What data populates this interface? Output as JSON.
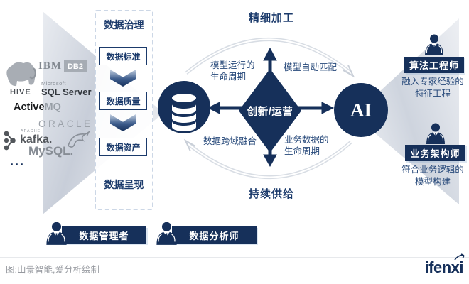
{
  "palette": {
    "navy": "#16305a",
    "navy_text": "#1b3a6b",
    "quadrant_text": "#27497a",
    "arc_gray": "#d8dde4",
    "wedge_gray": "#ccd2dc",
    "logo_gray": "#878d95",
    "caption_gray": "#96999f"
  },
  "sources": {
    "hive": {
      "label": "HIVE"
    },
    "ibm": {
      "brand": "IBM",
      "product": "DB2"
    },
    "sqlserver": {
      "vendor": "Microsoft",
      "product": "SQL Server"
    },
    "activemq": {
      "part1": "Active",
      "part2": "MQ"
    },
    "oracle": {
      "label": "ORACLE"
    },
    "kafka": {
      "vendor": "APACHE",
      "label": "kafka."
    },
    "mysql": {
      "label": "MySQL."
    },
    "more": "..."
  },
  "governance": {
    "title": "数据治理",
    "items": [
      "数据标准",
      "数据质量",
      "数据资产"
    ],
    "presentation": "数据呈现"
  },
  "cycle": {
    "refine": "精细加工",
    "supply": "持续供给",
    "center": "创新/运营",
    "ai": "AI",
    "quadrants": {
      "tl": "模型运行的\n生命周期",
      "tr": "模型自动匹配",
      "bl": "数据跨域融合",
      "br": "业务数据的\n生命周期"
    }
  },
  "experts": [
    {
      "title": "算法工程师",
      "desc": "融入专家经验的\n特征工程"
    },
    {
      "title": "业务架构师",
      "desc": "符合业务逻辑的\n模型构建"
    }
  ],
  "operators": [
    "数据管理者",
    "数据分析师"
  ],
  "footer": {
    "caption": "图:山景智能,爱分析绘制",
    "brand": "ifenxi"
  }
}
